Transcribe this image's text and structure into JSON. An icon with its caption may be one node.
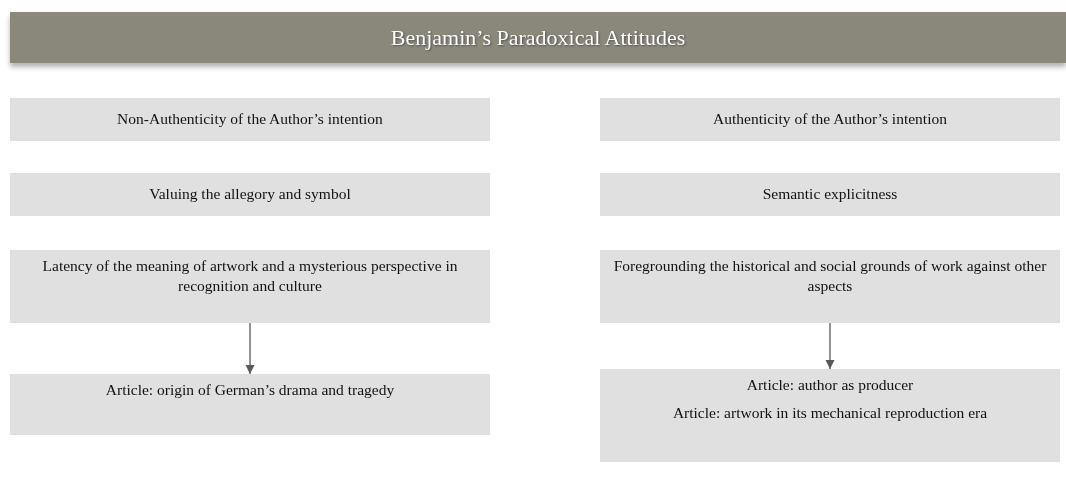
{
  "diagram": {
    "title": "Benjamin’s Paradoxical Attitudes",
    "nodes": [
      {
        "text": [
          "Non-Authenticity of the Author’s intention"
        ]
      },
      {
        "text": [
          "Authenticity of the Author’s intention"
        ]
      },
      {
        "text": [
          "Valuing the allegory and symbol"
        ]
      },
      {
        "text": [
          "Semantic explicitness"
        ]
      },
      {
        "text": [
          "Latency of the meaning of artwork and a mysterious perspective in recognition and culture"
        ]
      },
      {
        "text": [
          "Foregrounding the historical and social grounds of work against other aspects"
        ]
      },
      {
        "text": [
          "Article: origin of German’s drama and tragedy"
        ]
      },
      {
        "text": [
          "Article: author as producer",
          "Article: artwork in its mechanical reproduction era"
        ]
      }
    ],
    "edges": [
      {
        "from": 4,
        "to": 6,
        "arrow": "to"
      },
      {
        "from": 5,
        "to": 7,
        "arrow": "to"
      }
    ]
  }
}
